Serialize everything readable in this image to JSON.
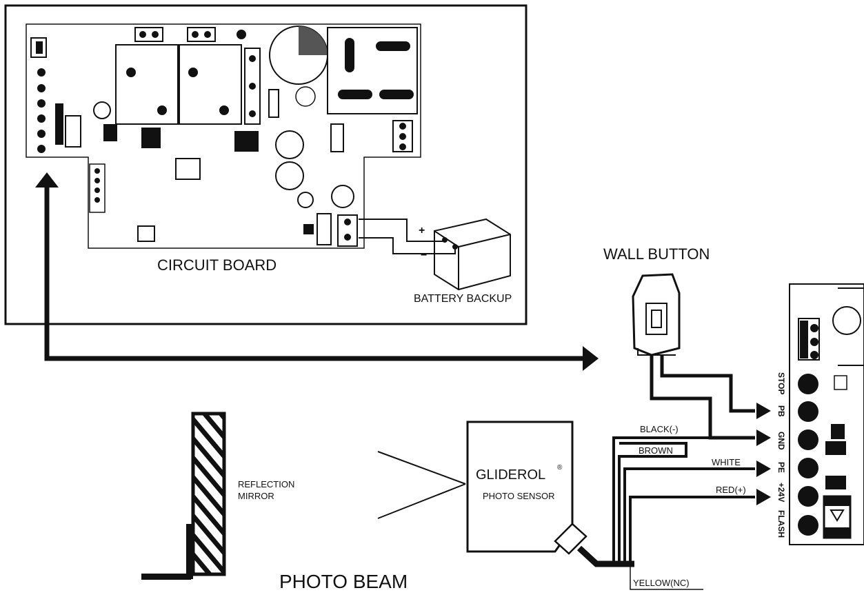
{
  "labels": {
    "circuit_board": "CIRCUIT BOARD",
    "battery_backup": "BATTERY BACKUP",
    "wall_button": "WALL BUTTON",
    "reflection_mirror_line1": "REFLECTION",
    "reflection_mirror_line2": "MIRROR",
    "photo_beam": "PHOTO BEAM",
    "sensor_brand": "GLIDEROL",
    "sensor_reg_mark": "®",
    "sensor_type": "PHOTO SENSOR",
    "battery_plus": "+",
    "battery_minus": "−"
  },
  "wires": {
    "black": "BLACK(-)",
    "brown": "BROWN",
    "white": "WHITE",
    "red": "RED(+)",
    "yellow": "YELLOW(NC)"
  },
  "terminals": [
    "STOP",
    "PB",
    "GND",
    "PE",
    "+24V",
    "FLASH"
  ],
  "colors": {
    "ink": "#111111",
    "background": "#ffffff"
  }
}
